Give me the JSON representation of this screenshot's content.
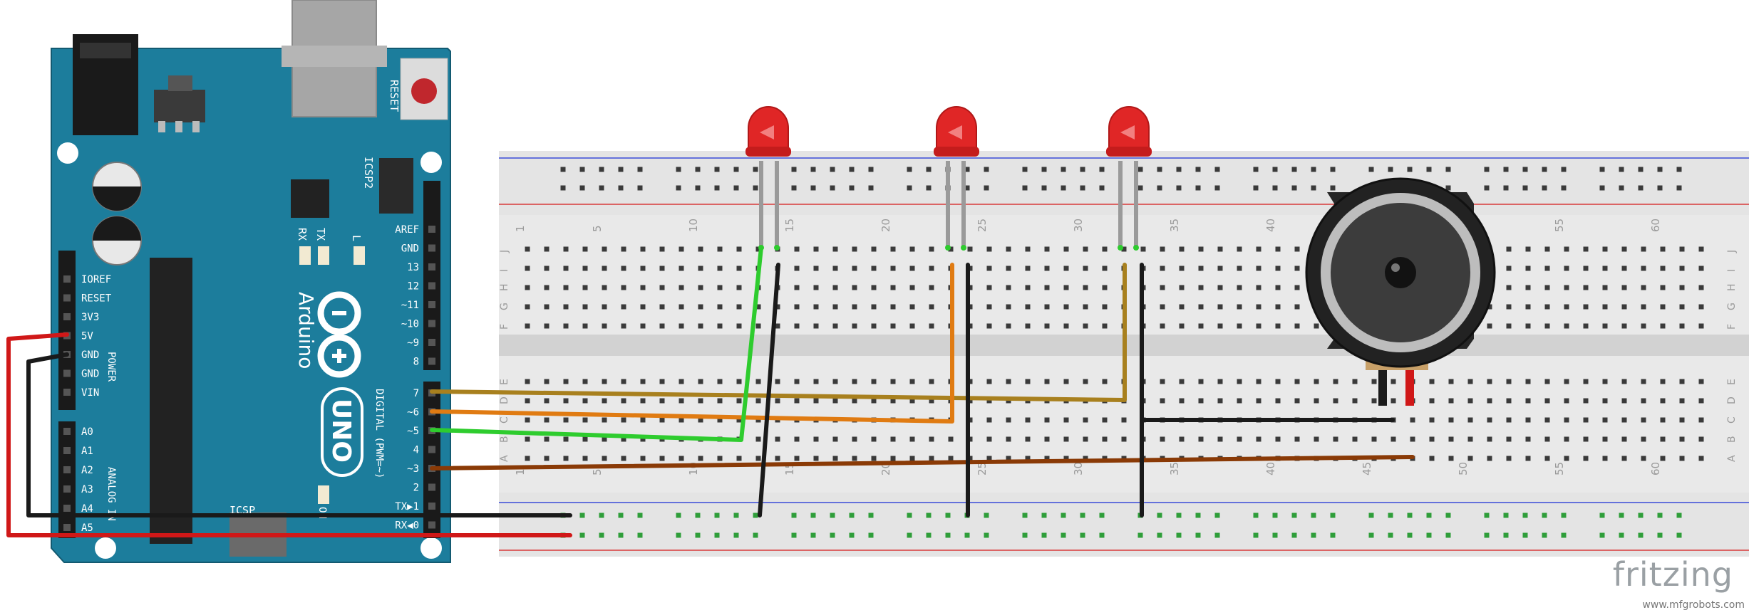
{
  "arduino": {
    "brand": "Arduino",
    "model": "UNO",
    "reset_label": "RESET",
    "icsp2_label": "ICSP2",
    "icsp_label": "ICSP",
    "tx_label": "TX",
    "rx_label": "RX",
    "l_label": "L",
    "on_label": "ON",
    "power_label": "POWER",
    "analog_label": "ANALOG IN",
    "digital_label": "DIGITAL (PWM=~)",
    "power_pins": [
      "IOREF",
      "RESET",
      "3V3",
      "5V",
      "GND",
      "GND",
      "VIN"
    ],
    "analog_pins": [
      "A0",
      "A1",
      "A2",
      "A3",
      "A4",
      "A5"
    ],
    "digital_top": [
      "AREF",
      "GND",
      "13",
      "12",
      "~11",
      "~10",
      "~9",
      "8"
    ],
    "digital_bottom": [
      "7",
      "~6",
      "~5",
      "4",
      "~3",
      "2",
      "TX▶1",
      "RX◀0"
    ]
  },
  "breadboard": {
    "col_numbers": [
      "1",
      "5",
      "10",
      "15",
      "20",
      "25",
      "30",
      "35",
      "40",
      "45",
      "50",
      "55",
      "60"
    ],
    "rows_top": [
      "J",
      "I",
      "H",
      "G",
      "F"
    ],
    "rows_bottom": [
      "E",
      "D",
      "C",
      "B",
      "A"
    ]
  },
  "components": {
    "leds": [
      "LED 1",
      "LED 2",
      "LED 3"
    ],
    "speaker": "Speaker"
  },
  "colors": {
    "board": "#1c7d9c",
    "wire_red": "#d01818",
    "wire_black": "#1a1a1a",
    "wire_green": "#2ecc2e",
    "wire_orange": "#e07b12",
    "wire_olive": "#a8801e",
    "wire_brown": "#8a3a06"
  },
  "footer": {
    "brand": "fritzing",
    "credit": "www.mfgrobots.com"
  }
}
